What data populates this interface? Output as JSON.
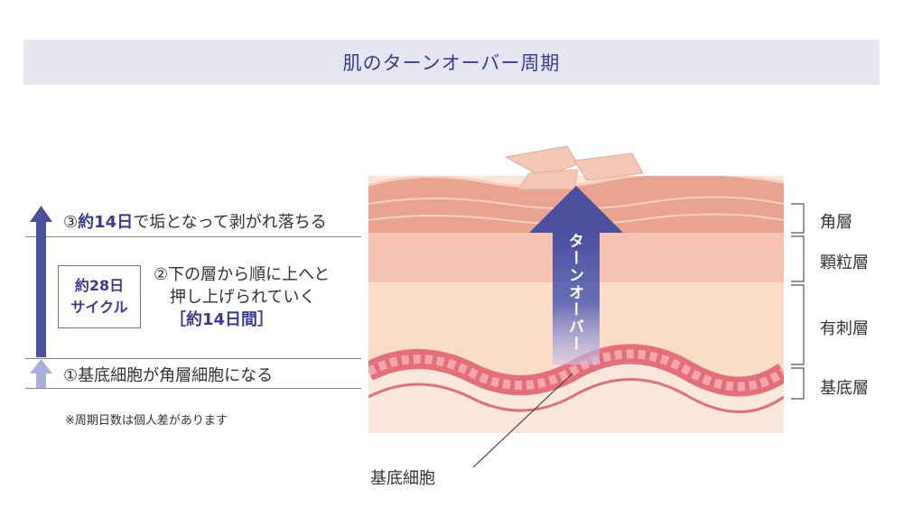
{
  "title": "肌のターンオーバー周期",
  "stages": {
    "top_num": "③",
    "top_hl": "約14日",
    "top_rest": "で垢となって剥がれ落ちる",
    "bottom": "①基底細胞が角層細胞になる"
  },
  "cycle": {
    "line1": "約28日",
    "line2": "サイクル"
  },
  "middle": {
    "line1": "②下の層から順に上へと",
    "line2": "押し上げられていく",
    "line3": "［約14日間］"
  },
  "note": "※周期日数は個人差があります",
  "turnover": "ターンオーバー",
  "layers": {
    "stratum_corneum": "角層",
    "stratum_granulosum": "顆粒層",
    "stratum_spinosum": "有刺層",
    "stratum_basale": "基底層"
  },
  "basal_cell": "基底細胞",
  "colors": {
    "accent": "#3b3a95",
    "title_bg": "#e6e6f2",
    "arrow": "#4a4f9e",
    "skin_top": "#e9a491",
    "skin_mid": "#fbdcc8",
    "basal": "#e56f79"
  }
}
